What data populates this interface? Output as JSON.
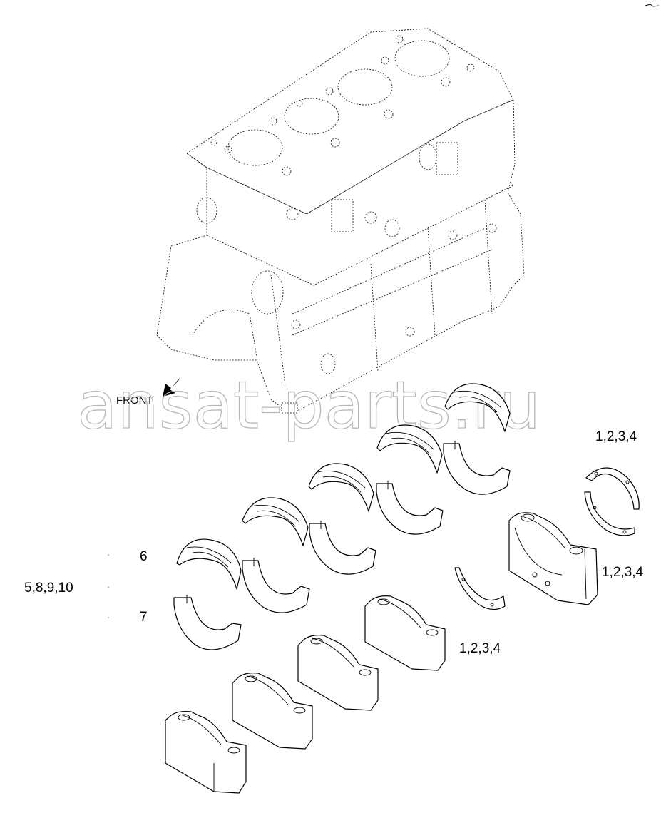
{
  "labels": {
    "front": "FRONT",
    "part_6": "6",
    "part_7": "7",
    "group_5_8_9_10": "5,8,9,10",
    "ref_1234_a": "1,2,3,4",
    "ref_1234_b": "1,2,3,4",
    "ref_1234_c": "1,2,3,4"
  },
  "watermark": {
    "text": "ansat-parts.ru",
    "color": "#b8b8b8"
  }
}
